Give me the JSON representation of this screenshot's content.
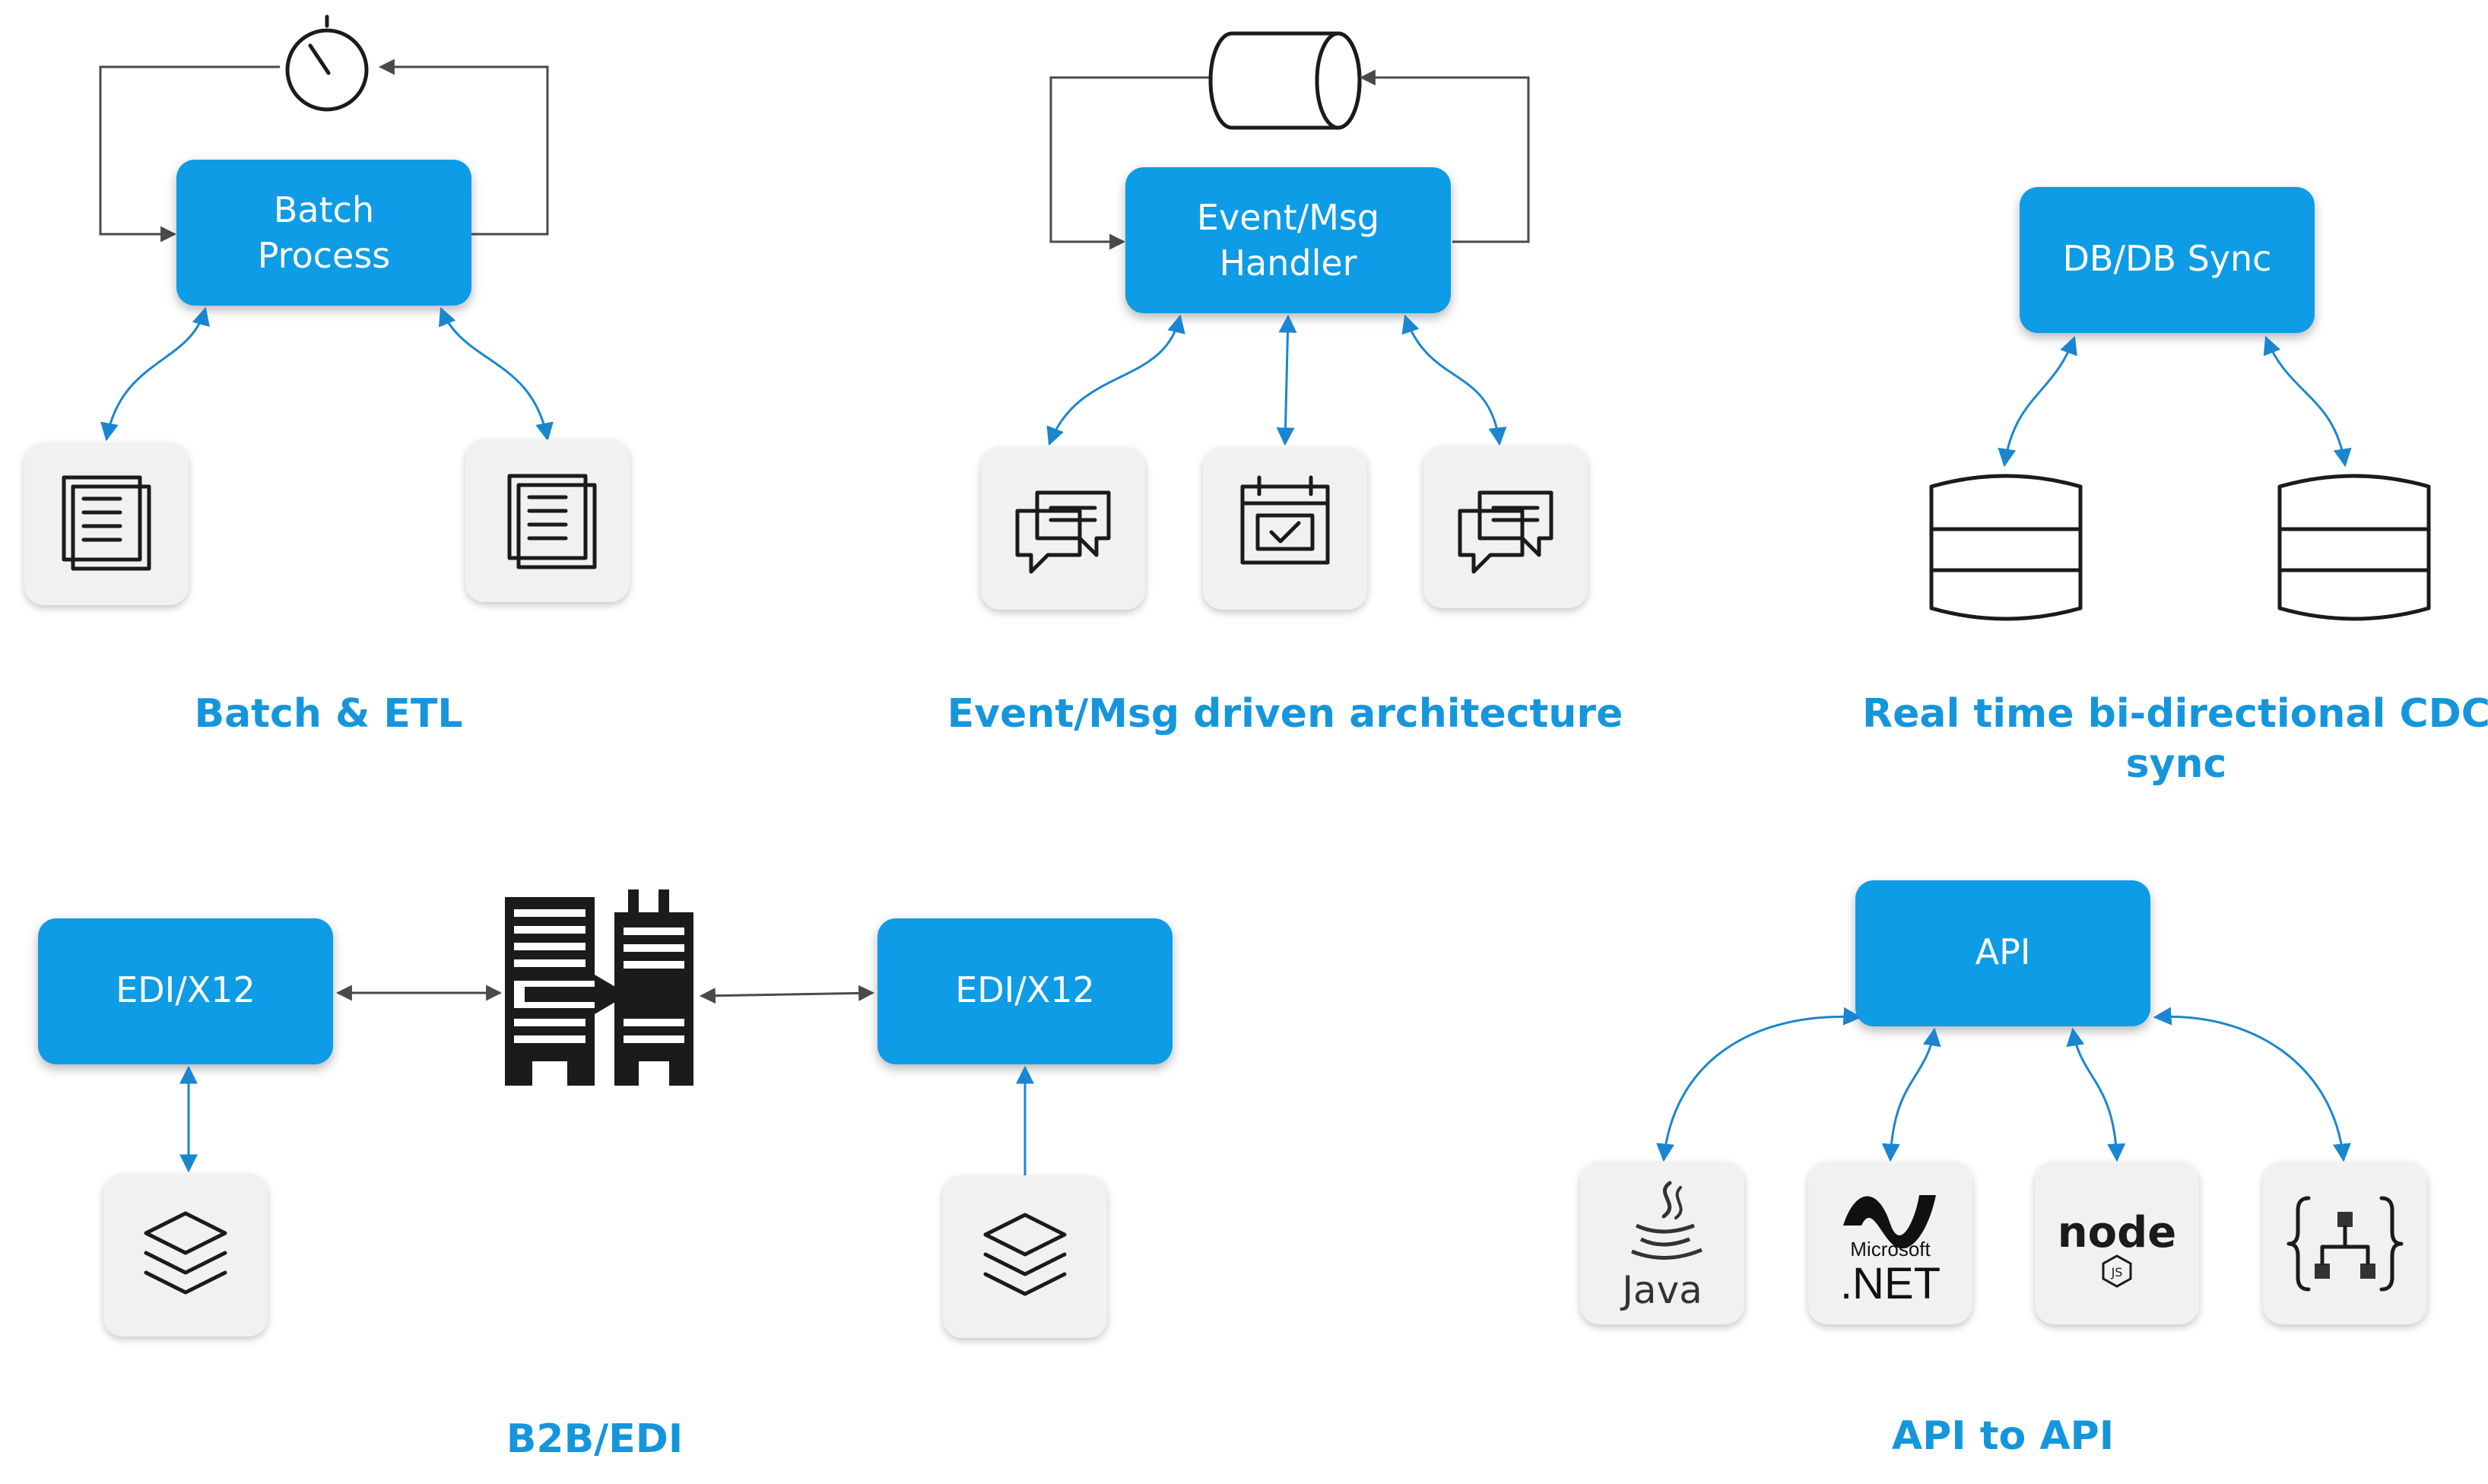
{
  "colors": {
    "node_fill": "#0E9CE5",
    "caption": "#1596DC",
    "connector_gray": "#4a4a4a",
    "connector_blue": "#1a86d0",
    "tile": "#f1f1f1"
  },
  "batch": {
    "node_lines": [
      "Batch",
      "Process"
    ],
    "caption": "Batch & ETL",
    "icons": [
      "timer-icon",
      "document-icon",
      "document-icon"
    ]
  },
  "event": {
    "node_lines": [
      "Event/Msg",
      "Handler"
    ],
    "caption": "Event/Msg driven architecture",
    "icons": [
      "queue-cylinder-icon",
      "chat-icon",
      "calendar-check-icon",
      "chat-icon"
    ]
  },
  "cdc": {
    "node_lines": [
      "DB/DB Sync"
    ],
    "caption_lines": [
      "Real time bi-directional CDC",
      "sync"
    ],
    "icons": [
      "database-icon",
      "database-icon"
    ]
  },
  "b2b": {
    "left_node": "EDI/X12",
    "right_node": "EDI/X12",
    "caption": "B2B/EDI",
    "icons": [
      "buildings-exchange-icon",
      "layers-icon",
      "layers-icon"
    ]
  },
  "api": {
    "node_lines": [
      "API"
    ],
    "caption": "API to API",
    "tiles": [
      {
        "icon": "java-logo-icon",
        "label": "Java"
      },
      {
        "icon": "dotnet-logo-icon",
        "label_top": "Microsoft",
        "label": ".NET"
      },
      {
        "icon": "nodejs-logo-icon",
        "label": "node",
        "badge": "JS"
      },
      {
        "icon": "api-flow-icon"
      }
    ]
  }
}
